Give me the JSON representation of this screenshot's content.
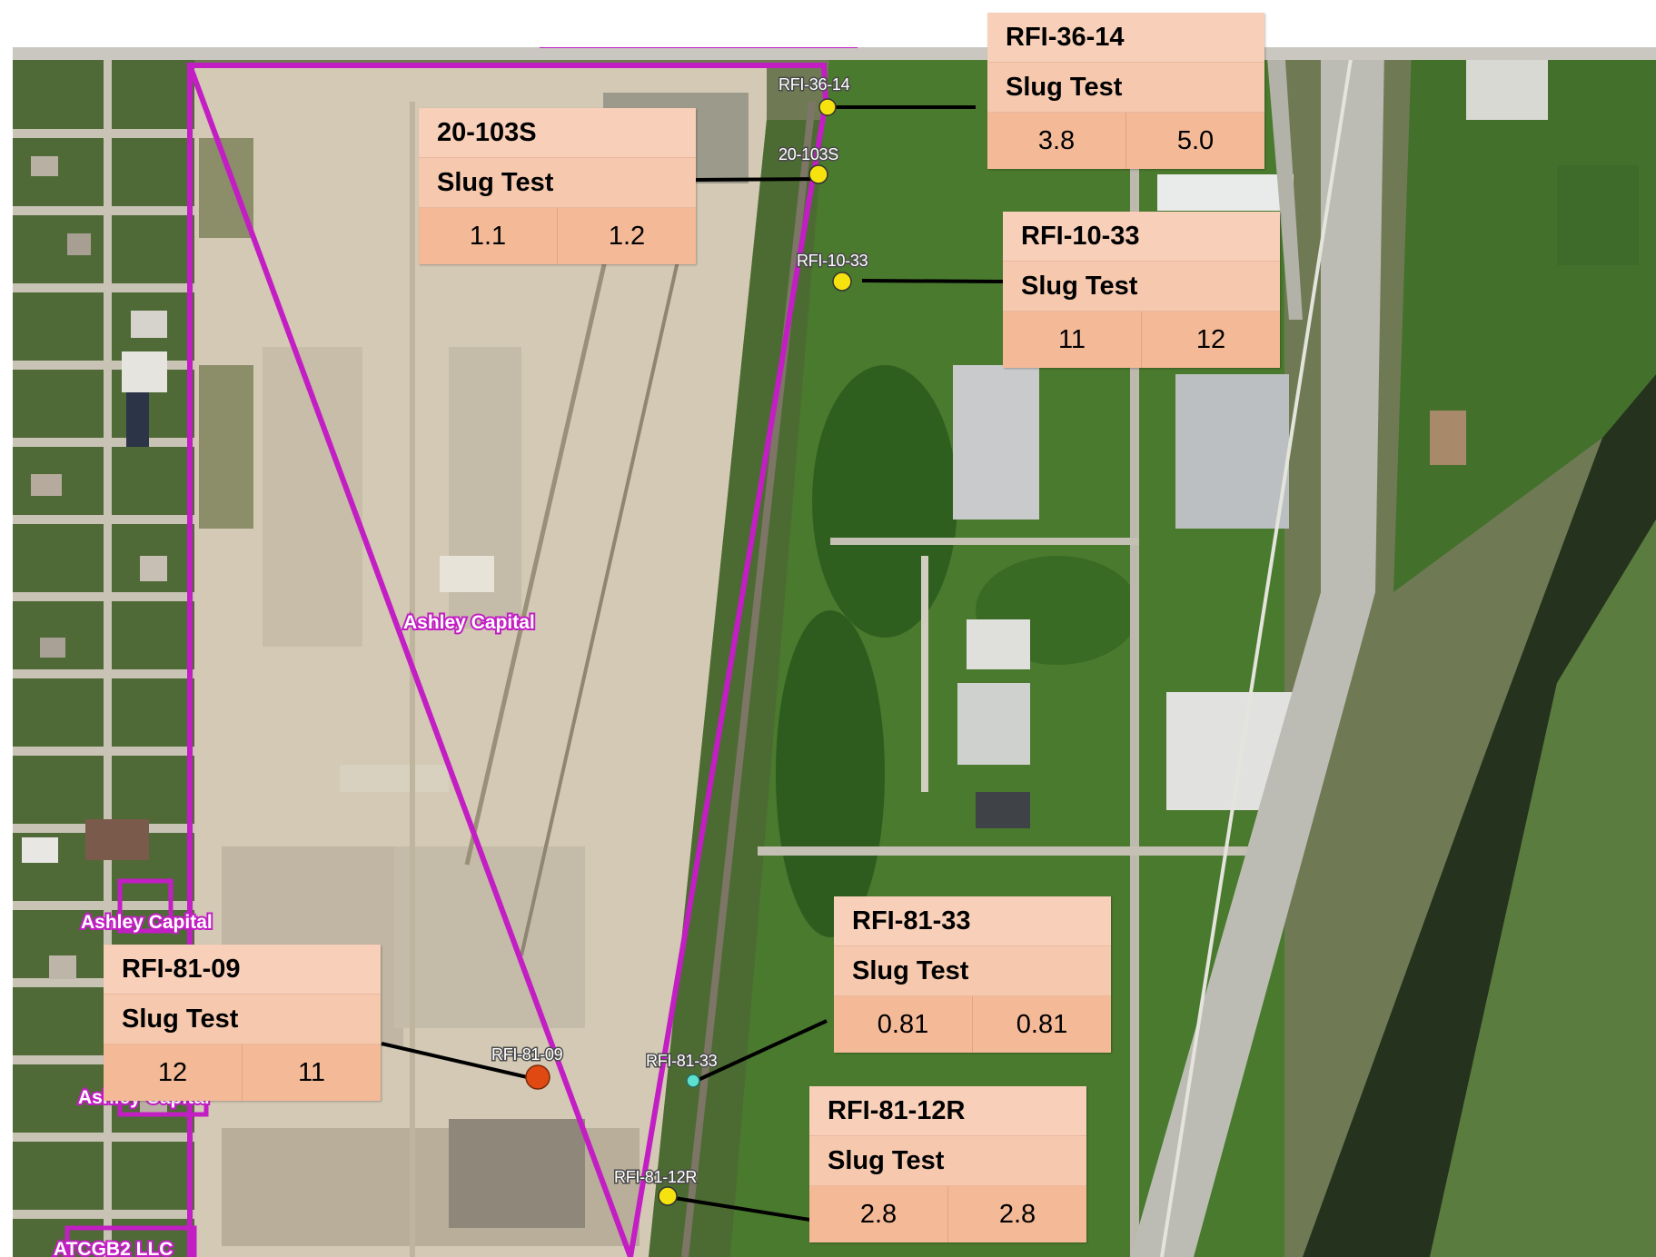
{
  "map": {
    "owner_labels": [
      "Ashley Capital",
      "Ashley Capital",
      "Ashley Capital",
      "ATCGB2 LLC"
    ],
    "wells": [
      {
        "id": "RFI-36-14",
        "color": "#f5e20f"
      },
      {
        "id": "20-103S",
        "color": "#f5e20f"
      },
      {
        "id": "RFI-10-33",
        "color": "#f5e20f"
      },
      {
        "id": "RFI-81-09",
        "color": "#e04a12"
      },
      {
        "id": "RFI-81-33",
        "color": "#5de0d0"
      },
      {
        "id": "RFI-81-12R",
        "color": "#f5e20f"
      }
    ]
  },
  "callouts": [
    {
      "well": "RFI-36-14",
      "test": "Slug Test",
      "values": [
        "3.8",
        "5.0"
      ]
    },
    {
      "well": "20-103S",
      "test": "Slug Test",
      "values": [
        "1.1",
        "1.2"
      ]
    },
    {
      "well": "RFI-10-33",
      "test": "Slug Test",
      "values": [
        "11",
        "12"
      ]
    },
    {
      "well": "RFI-81-33",
      "test": "Slug Test",
      "values": [
        "0.81",
        "0.81"
      ]
    },
    {
      "well": "RFI-81-09",
      "test": "Slug Test",
      "values": [
        "12",
        "11"
      ]
    },
    {
      "well": "RFI-81-12R",
      "test": "Slug Test",
      "values": [
        "2.8",
        "2.8"
      ]
    }
  ],
  "colors": {
    "property_boundary": "#c21ec4",
    "callout_fill": "#f8cfb8",
    "leader_line": "#000000"
  }
}
